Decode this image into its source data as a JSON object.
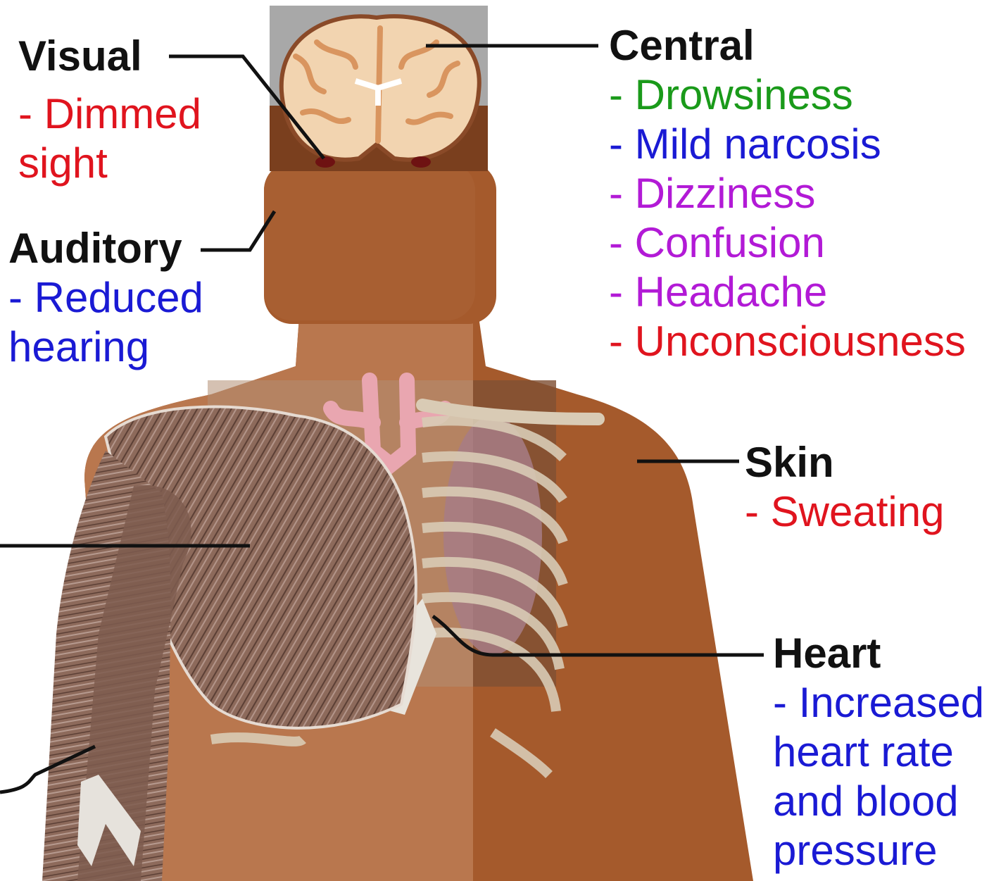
{
  "colors": {
    "background": "#ffffff",
    "skin_dark": "#a55a2c",
    "skin_light": "#b9774e",
    "muscle": "#8d6a5b",
    "bone": "#d9cbb5",
    "lung": "#a77d86",
    "brain": "#f2d4b0",
    "leader_line": "#111111",
    "green": "#1a9a1a",
    "blue": "#1a1ad4",
    "magenta": "#b21ad6",
    "red": "#e0141e"
  },
  "labels": {
    "visual": {
      "heading": "Visual",
      "items": [
        {
          "text": "- Dimmed",
          "color": "#e0141e"
        },
        {
          "text": "sight",
          "color": "#e0141e"
        }
      ]
    },
    "auditory": {
      "heading": "Auditory",
      "items": [
        {
          "text": "- Reduced",
          "color": "#1a1ad4"
        },
        {
          "text": "hearing",
          "color": "#1a1ad4"
        }
      ]
    },
    "central": {
      "heading": "Central",
      "items": [
        {
          "text": "- Drowsiness",
          "color": "#1a9a1a"
        },
        {
          "text": "- Mild narcosis",
          "color": "#1a1ad4"
        },
        {
          "text": "- Dizziness",
          "color": "#b21ad6"
        },
        {
          "text": "- Confusion",
          "color": "#b21ad6"
        },
        {
          "text": "- Headache",
          "color": "#b21ad6"
        },
        {
          "text": "- Unconsciousness",
          "color": "#e0141e"
        }
      ]
    },
    "skin": {
      "heading": "Skin",
      "items": [
        {
          "text": "- Sweating",
          "color": "#e0141e"
        }
      ]
    },
    "heart": {
      "heading": "Heart",
      "items": [
        {
          "text": "- Increased",
          "color": "#1a1ad4"
        },
        {
          "text": "heart rate",
          "color": "#1a1ad4"
        },
        {
          "text": "and blood",
          "color": "#1a1ad4"
        },
        {
          "text": "pressure",
          "color": "#1a1ad4"
        }
      ]
    }
  }
}
